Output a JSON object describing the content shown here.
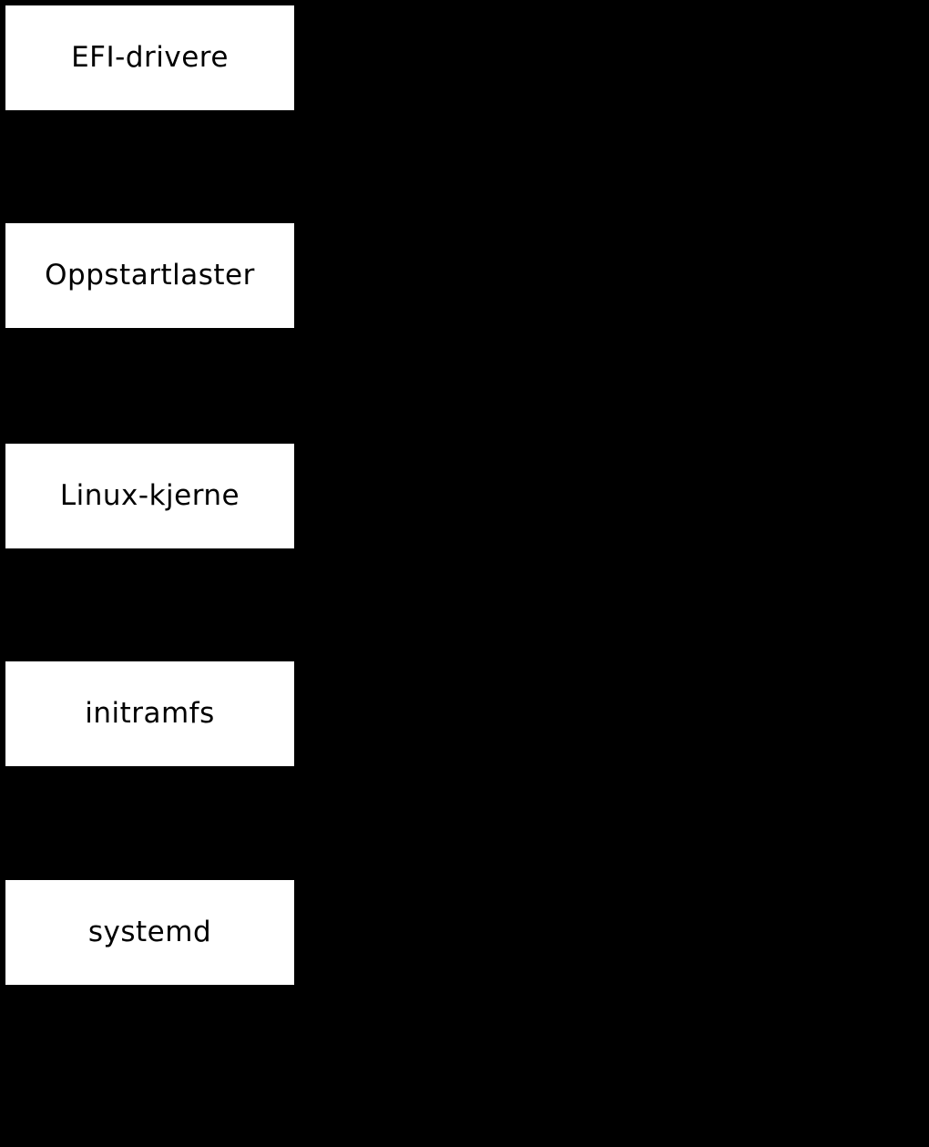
{
  "diagram": {
    "type": "flowchart",
    "description": "Linux boot sequence flowchart, vertical column of process stage nodes on black background",
    "colors": {
      "background": "#000000",
      "node_fill": "#ffffff",
      "node_text": "#000000"
    },
    "nodes": [
      {
        "label": "EFI-drivere"
      },
      {
        "label": "Oppstartlaster"
      },
      {
        "label": "Linux-kjerne"
      },
      {
        "label": "initramfs"
      },
      {
        "label": "systemd"
      }
    ]
  }
}
